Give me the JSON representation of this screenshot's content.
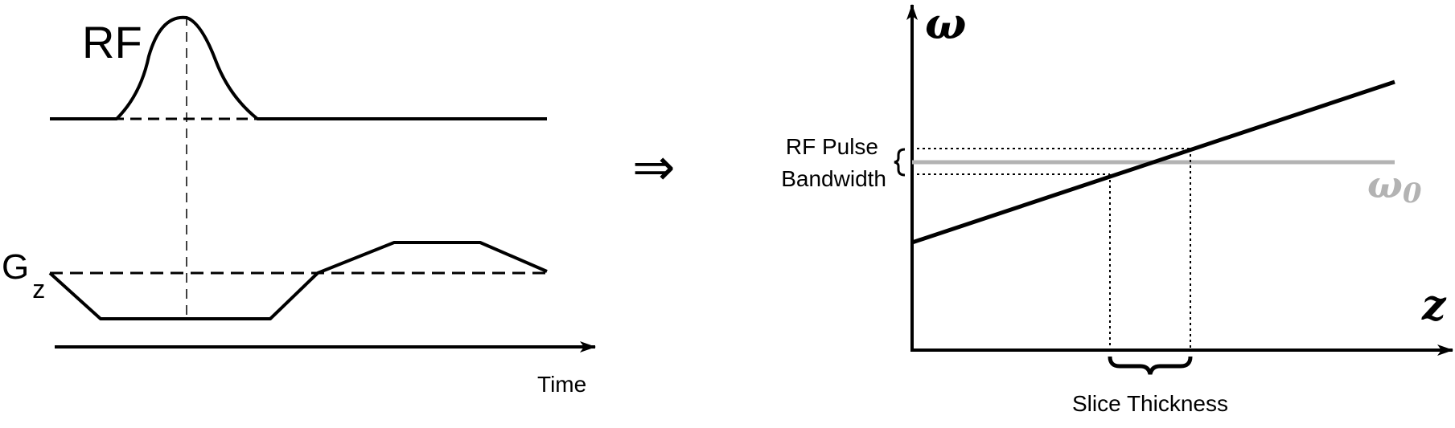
{
  "left_diagram": {
    "rf_label": "RF",
    "gz_label_main": "G",
    "gz_label_sub": "z",
    "time_label": "Time"
  },
  "implies_symbol": "⇒",
  "right_diagram": {
    "omega_axis_label": "ω",
    "z_axis_label": "z",
    "omega0_label_main": "ω",
    "omega0_label_sub": "0",
    "rf_bandwidth_line1": "RF Pulse",
    "rf_bandwidth_line2": "Bandwidth",
    "slice_thickness_label": "Slice Thickness"
  },
  "colors": {
    "ink": "#000000",
    "omega0_line": "#b3b3b3"
  }
}
